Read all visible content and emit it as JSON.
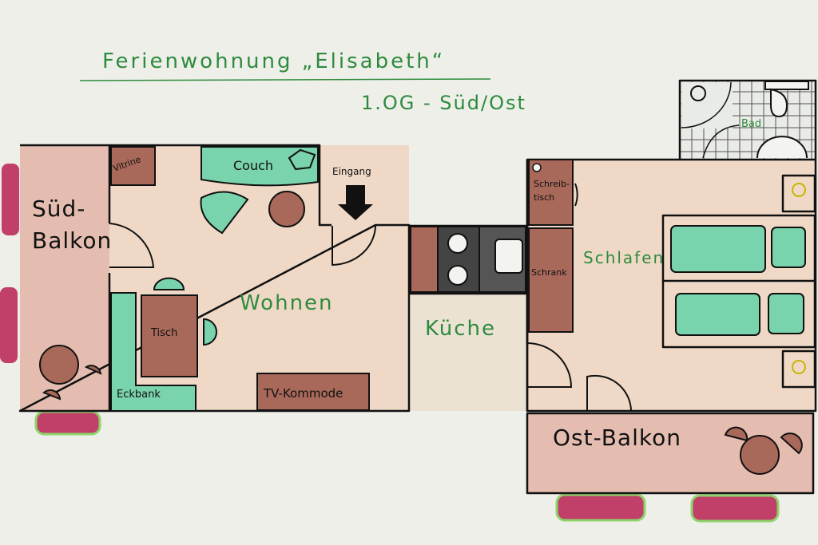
{
  "title": "Ferienwohnung „Elisabeth“",
  "subtitle": "1.OG - Süd/Ost",
  "rooms": {
    "sued_balkon": "Süd-\nBalkon",
    "wohnen": "Wohnen",
    "kueche": "Küche",
    "schlafen": "Schlafen",
    "ost_balkon": "Ost-Balkon",
    "bad": "Bad"
  },
  "furniture": {
    "vitrine": "Vitrine",
    "couch": "Couch",
    "tisch": "Tisch",
    "eckbank": "Eckbank",
    "tv_kommode": "TV-Kommode",
    "schreibtisch": "Schreib-\ntisch",
    "schrank": "Schrank"
  },
  "entrance": {
    "label": "Eingang"
  },
  "colors": {
    "wall": "#111111",
    "floor_living": "#efd9c6",
    "floor_balcony": "#e4bdb0",
    "floor_kitchen": "#ece2d3",
    "wood_furniture": "#a8685a",
    "upholstery": "#79d3ac",
    "plants": "#c0406a",
    "text_green": "#2e8b3e"
  },
  "icons": [
    "entrance-arrow-icon",
    "plant-icon",
    "stove-icon",
    "sink-icon",
    "toilet-icon",
    "shower-icon",
    "lamp-icon"
  ]
}
